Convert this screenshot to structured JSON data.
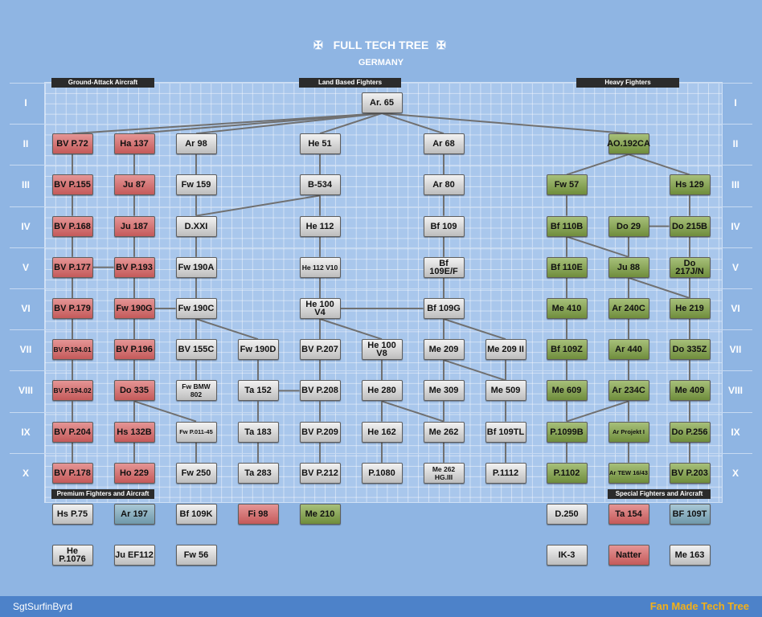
{
  "header": {
    "title": "FULL TECH TREE",
    "subtitle": "GERMANY",
    "cross_icon": "balkenkreuz-icon"
  },
  "categories": {
    "ground_attack": "Ground-Attack Aircraft",
    "land_fighters": "Land Based Fighters",
    "heavy_fighters": "Heavy Fighters",
    "premium": "Premium Fighters and Aircraft",
    "special": "Special Fighters and Aircraft"
  },
  "tiers": [
    "I",
    "II",
    "III",
    "IV",
    "V",
    "VI",
    "VII",
    "VIII",
    "IX",
    "X"
  ],
  "colors": {
    "standard": "#d0d0d0",
    "ground_attack": "#d67a7a",
    "heavy": "#8aa65a",
    "premium_teal": "#8fb3c4",
    "lines": "#707070",
    "footer": "#4d82c9",
    "fanmade": "#f3b019"
  },
  "tree": [
    {
      "id": "ar65",
      "label": "Ar. 65",
      "tier": "I",
      "col": 5,
      "type": "grey"
    },
    {
      "id": "bvp72",
      "label": "BV P.72",
      "tier": "II",
      "col": 0,
      "type": "red"
    },
    {
      "id": "ha137",
      "label": "Ha 137",
      "tier": "II",
      "col": 1,
      "type": "red"
    },
    {
      "id": "ar98",
      "label": "Ar 98",
      "tier": "II",
      "col": 2,
      "type": "grey"
    },
    {
      "id": "he51",
      "label": "He 51",
      "tier": "II",
      "col": 4,
      "type": "grey"
    },
    {
      "id": "ar68",
      "label": "Ar 68",
      "tier": "II",
      "col": 6,
      "type": "grey"
    },
    {
      "id": "ao192",
      "label": "AO.192CA",
      "tier": "II",
      "col": 9,
      "type": "green"
    },
    {
      "id": "bvp155",
      "label": "BV P.155",
      "tier": "III",
      "col": 0,
      "type": "red"
    },
    {
      "id": "ju87",
      "label": "Ju 87",
      "tier": "III",
      "col": 1,
      "type": "red"
    },
    {
      "id": "fw159",
      "label": "Fw 159",
      "tier": "III",
      "col": 2,
      "type": "grey"
    },
    {
      "id": "b534",
      "label": "B-534",
      "tier": "III",
      "col": 4,
      "type": "grey"
    },
    {
      "id": "ar80",
      "label": "Ar 80",
      "tier": "III",
      "col": 6,
      "type": "grey"
    },
    {
      "id": "fw57",
      "label": "Fw 57",
      "tier": "III",
      "col": 8,
      "type": "green"
    },
    {
      "id": "hs129",
      "label": "Hs 129",
      "tier": "III",
      "col": 10,
      "type": "green"
    },
    {
      "id": "bvp168",
      "label": "BV P.168",
      "tier": "IV",
      "col": 0,
      "type": "red"
    },
    {
      "id": "ju187",
      "label": "Ju 187",
      "tier": "IV",
      "col": 1,
      "type": "red"
    },
    {
      "id": "dxxi",
      "label": "D.XXI",
      "tier": "IV",
      "col": 2,
      "type": "grey"
    },
    {
      "id": "he112",
      "label": "He 112",
      "tier": "IV",
      "col": 4,
      "type": "grey"
    },
    {
      "id": "bf109",
      "label": "Bf 109",
      "tier": "IV",
      "col": 6,
      "type": "grey"
    },
    {
      "id": "bf110b",
      "label": "Bf 110B",
      "tier": "IV",
      "col": 8,
      "type": "green"
    },
    {
      "id": "do29",
      "label": "Do 29",
      "tier": "IV",
      "col": 9,
      "type": "green"
    },
    {
      "id": "do215b",
      "label": "Do 215B",
      "tier": "IV",
      "col": 10,
      "type": "green"
    },
    {
      "id": "bvp177",
      "label": "BV P.177",
      "tier": "V",
      "col": 0,
      "type": "red"
    },
    {
      "id": "bvp193",
      "label": "BV P.193",
      "tier": "V",
      "col": 1,
      "type": "red"
    },
    {
      "id": "fw190a",
      "label": "Fw 190A",
      "tier": "V",
      "col": 2,
      "type": "grey"
    },
    {
      "id": "he112v10",
      "label": "He 112 V10",
      "tier": "V",
      "col": 4,
      "type": "grey",
      "size": "sm"
    },
    {
      "id": "bf109ef",
      "label": "Bf 109E/F",
      "tier": "V",
      "col": 6,
      "type": "grey"
    },
    {
      "id": "bf110e",
      "label": "Bf 110E",
      "tier": "V",
      "col": 8,
      "type": "green"
    },
    {
      "id": "ju88",
      "label": "Ju 88",
      "tier": "V",
      "col": 9,
      "type": "green"
    },
    {
      "id": "do217",
      "label": "Do 217J/N",
      "tier": "V",
      "col": 10,
      "type": "green"
    },
    {
      "id": "bvp179",
      "label": "BV P.179",
      "tier": "VI",
      "col": 0,
      "type": "red"
    },
    {
      "id": "fw190g",
      "label": "Fw 190G",
      "tier": "VI",
      "col": 1,
      "type": "red"
    },
    {
      "id": "fw190c",
      "label": "Fw 190C",
      "tier": "VI",
      "col": 2,
      "type": "grey"
    },
    {
      "id": "he100v4",
      "label": "He 100 V4",
      "tier": "VI",
      "col": 4,
      "type": "grey"
    },
    {
      "id": "bf109g",
      "label": "Bf 109G",
      "tier": "VI",
      "col": 6,
      "type": "grey"
    },
    {
      "id": "me410",
      "label": "Me 410",
      "tier": "VI",
      "col": 8,
      "type": "green"
    },
    {
      "id": "ar240c",
      "label": "Ar 240C",
      "tier": "VI",
      "col": 9,
      "type": "green"
    },
    {
      "id": "he219",
      "label": "He 219",
      "tier": "VI",
      "col": 10,
      "type": "green"
    },
    {
      "id": "bvp19401",
      "label": "BV P.194.01",
      "tier": "VII",
      "col": 0,
      "type": "red",
      "size": "sm"
    },
    {
      "id": "bvp196",
      "label": "BV P.196",
      "tier": "VII",
      "col": 1,
      "type": "red"
    },
    {
      "id": "bv155c",
      "label": "BV 155C",
      "tier": "VII",
      "col": 2,
      "type": "grey"
    },
    {
      "id": "fw190d",
      "label": "Fw 190D",
      "tier": "VII",
      "col": 3,
      "type": "grey"
    },
    {
      "id": "bvp207",
      "label": "BV P.207",
      "tier": "VII",
      "col": 4,
      "type": "grey"
    },
    {
      "id": "he100v8",
      "label": "He 100 V8",
      "tier": "VII",
      "col": 5,
      "type": "grey"
    },
    {
      "id": "me209",
      "label": "Me 209",
      "tier": "VII",
      "col": 6,
      "type": "grey"
    },
    {
      "id": "me209ii",
      "label": "Me 209 II",
      "tier": "VII",
      "col": 7,
      "type": "grey"
    },
    {
      "id": "bf109z",
      "label": "Bf 109Z",
      "tier": "VII",
      "col": 8,
      "type": "green"
    },
    {
      "id": "ar440",
      "label": "Ar 440",
      "tier": "VII",
      "col": 9,
      "type": "green"
    },
    {
      "id": "do335z",
      "label": "Do 335Z",
      "tier": "VII",
      "col": 10,
      "type": "green"
    },
    {
      "id": "bvp19402",
      "label": "BV P.194.02",
      "tier": "VIII",
      "col": 0,
      "type": "red",
      "size": "sm"
    },
    {
      "id": "do335",
      "label": "Do 335",
      "tier": "VIII",
      "col": 1,
      "type": "red"
    },
    {
      "id": "fwbmw802",
      "label": "Fw BMW 802",
      "tier": "VIII",
      "col": 2,
      "type": "grey",
      "size": "sm"
    },
    {
      "id": "ta152",
      "label": "Ta 152",
      "tier": "VIII",
      "col": 3,
      "type": "grey"
    },
    {
      "id": "bvp208",
      "label": "BV P.208",
      "tier": "VIII",
      "col": 4,
      "type": "grey"
    },
    {
      "id": "he280",
      "label": "He 280",
      "tier": "VIII",
      "col": 5,
      "type": "grey"
    },
    {
      "id": "me309",
      "label": "Me 309",
      "tier": "VIII",
      "col": 6,
      "type": "grey"
    },
    {
      "id": "me509",
      "label": "Me 509",
      "tier": "VIII",
      "col": 7,
      "type": "grey"
    },
    {
      "id": "me609",
      "label": "Me 609",
      "tier": "VIII",
      "col": 8,
      "type": "green"
    },
    {
      "id": "ar234c",
      "label": "Ar 234C",
      "tier": "VIII",
      "col": 9,
      "type": "green"
    },
    {
      "id": "me409",
      "label": "Me 409",
      "tier": "VIII",
      "col": 10,
      "type": "green"
    },
    {
      "id": "bvp204",
      "label": "BV P.204",
      "tier": "IX",
      "col": 0,
      "type": "red"
    },
    {
      "id": "hs132b",
      "label": "Hs 132B",
      "tier": "IX",
      "col": 1,
      "type": "red"
    },
    {
      "id": "fwp01145",
      "label": "Fw P.011-45",
      "tier": "IX",
      "col": 2,
      "type": "grey",
      "size": "xs"
    },
    {
      "id": "ta183",
      "label": "Ta 183",
      "tier": "IX",
      "col": 3,
      "type": "grey"
    },
    {
      "id": "bvp209",
      "label": "BV P.209",
      "tier": "IX",
      "col": 4,
      "type": "grey"
    },
    {
      "id": "he162",
      "label": "He 162",
      "tier": "IX",
      "col": 5,
      "type": "grey"
    },
    {
      "id": "me262",
      "label": "Me 262",
      "tier": "IX",
      "col": 6,
      "type": "grey"
    },
    {
      "id": "bf109tl",
      "label": "Bf 109TL",
      "tier": "IX",
      "col": 7,
      "type": "grey"
    },
    {
      "id": "p1099b",
      "label": "P.1099B",
      "tier": "IX",
      "col": 8,
      "type": "green"
    },
    {
      "id": "arprojekt",
      "label": "Ar Projekt I",
      "tier": "IX",
      "col": 9,
      "type": "green",
      "size": "xs"
    },
    {
      "id": "dop256",
      "label": "Do P.256",
      "tier": "IX",
      "col": 10,
      "type": "green"
    },
    {
      "id": "bvp178",
      "label": "BV P.178",
      "tier": "X",
      "col": 0,
      "type": "red"
    },
    {
      "id": "ho229",
      "label": "Ho 229",
      "tier": "X",
      "col": 1,
      "type": "red"
    },
    {
      "id": "fw250",
      "label": "Fw 250",
      "tier": "X",
      "col": 2,
      "type": "grey"
    },
    {
      "id": "ta283",
      "label": "Ta 283",
      "tier": "X",
      "col": 3,
      "type": "grey"
    },
    {
      "id": "bvp212",
      "label": "BV P.212",
      "tier": "X",
      "col": 4,
      "type": "grey"
    },
    {
      "id": "p1080",
      "label": "P.1080",
      "tier": "X",
      "col": 5,
      "type": "grey"
    },
    {
      "id": "me262hg",
      "label": "Me 262 HG.III",
      "tier": "X",
      "col": 6,
      "type": "grey",
      "size": "sm"
    },
    {
      "id": "p1112",
      "label": "P.1112",
      "tier": "X",
      "col": 7,
      "type": "grey"
    },
    {
      "id": "p1102",
      "label": "P.1102",
      "tier": "X",
      "col": 8,
      "type": "green"
    },
    {
      "id": "artew",
      "label": "Ar TEW 16/43",
      "tier": "X",
      "col": 9,
      "type": "green",
      "size": "xs"
    },
    {
      "id": "bvp203",
      "label": "BV P.203",
      "tier": "X",
      "col": 10,
      "type": "green"
    }
  ],
  "premium_row1": [
    {
      "label": "Hs P.75",
      "col": 0,
      "type": "grey"
    },
    {
      "label": "Ar 197",
      "col": 1,
      "type": "teal"
    },
    {
      "label": "Bf 109K",
      "col": 2,
      "type": "grey"
    },
    {
      "label": "Fi 98",
      "col": 3,
      "type": "red"
    },
    {
      "label": "Me 210",
      "col": 4,
      "type": "green"
    },
    {
      "label": "D.250",
      "col": 8,
      "type": "grey"
    },
    {
      "label": "Ta 154",
      "col": 9,
      "type": "red"
    },
    {
      "label": "BF 109T",
      "col": 10,
      "type": "teal"
    }
  ],
  "premium_row2": [
    {
      "label": "He P.1076",
      "col": 0,
      "type": "grey"
    },
    {
      "label": "Ju EF112",
      "col": 1,
      "type": "grey"
    },
    {
      "label": "Fw 56",
      "col": 2,
      "type": "grey"
    },
    {
      "label": "IK-3",
      "col": 8,
      "type": "grey"
    },
    {
      "label": "Natter",
      "col": 9,
      "type": "red"
    },
    {
      "label": "Me 163",
      "col": 10,
      "type": "grey"
    }
  ],
  "edges": [
    [
      "ar65",
      "bvp72"
    ],
    [
      "ar65",
      "ha137"
    ],
    [
      "ar65",
      "ar98"
    ],
    [
      "ar65",
      "he51"
    ],
    [
      "ar65",
      "ar68"
    ],
    [
      "ar65",
      "ao192"
    ],
    [
      "bvp72",
      "bvp155"
    ],
    [
      "ha137",
      "ju87"
    ],
    [
      "ar98",
      "fw159"
    ],
    [
      "he51",
      "b534"
    ],
    [
      "ar68",
      "ar80"
    ],
    [
      "ao192",
      "fw57"
    ],
    [
      "ao192",
      "hs129"
    ],
    [
      "bvp155",
      "bvp168"
    ],
    [
      "ju87",
      "ju187"
    ],
    [
      "fw159",
      "dxxi"
    ],
    [
      "b534",
      "dxxi"
    ],
    [
      "b534",
      "he112"
    ],
    [
      "ar80",
      "bf109"
    ],
    [
      "fw57",
      "bf110b"
    ],
    [
      "hs129",
      "do215b"
    ],
    [
      "bvp168",
      "bvp177"
    ],
    [
      "ju187",
      "bvp193"
    ],
    [
      "dxxi",
      "fw190a"
    ],
    [
      "he112",
      "he112v10"
    ],
    [
      "bf109",
      "bf109ef"
    ],
    [
      "bf110b",
      "bf110e"
    ],
    [
      "bf110b",
      "ju88"
    ],
    [
      "do29",
      "do215b"
    ],
    [
      "do215b",
      "do217"
    ],
    [
      "bvp177",
      "bvp179"
    ],
    [
      "bvp193",
      "fw190g"
    ],
    [
      "fw190a",
      "fw190c"
    ],
    [
      "he112v10",
      "he100v4"
    ],
    [
      "bf109ef",
      "bf109g"
    ],
    [
      "bf110e",
      "me410"
    ],
    [
      "ju88",
      "ar240c"
    ],
    [
      "ju88",
      "he219"
    ],
    [
      "do217",
      "he219"
    ],
    [
      "bvp179",
      "bvp19401"
    ],
    [
      "fw190g",
      "bvp196"
    ],
    [
      "fw190c",
      "bv155c"
    ],
    [
      "fw190c",
      "fw190d"
    ],
    [
      "he100v4",
      "bvp207"
    ],
    [
      "he100v4",
      "he100v8"
    ],
    [
      "bf109g",
      "me209"
    ],
    [
      "bf109g",
      "me209ii"
    ],
    [
      "me410",
      "bf109z"
    ],
    [
      "ar240c",
      "ar440"
    ],
    [
      "he219",
      "do335z"
    ],
    [
      "bvp19401",
      "bvp19402"
    ],
    [
      "bvp196",
      "do335"
    ],
    [
      "bv155c",
      "fwbmw802"
    ],
    [
      "fw190d",
      "ta152"
    ],
    [
      "bvp207",
      "bvp208"
    ],
    [
      "he100v8",
      "he280"
    ],
    [
      "me209",
      "me309"
    ],
    [
      "me209",
      "me509"
    ],
    [
      "me209ii",
      "me509"
    ],
    [
      "bf109z",
      "me609"
    ],
    [
      "ar440",
      "ar234c"
    ],
    [
      "do335z",
      "me409"
    ],
    [
      "bvp19402",
      "bvp204"
    ],
    [
      "do335",
      "hs132b"
    ],
    [
      "do335",
      "fwp01145"
    ],
    [
      "ta152",
      "ta183"
    ],
    [
      "bvp208",
      "bvp209"
    ],
    [
      "he280",
      "he162"
    ],
    [
      "he280",
      "me262"
    ],
    [
      "me309",
      "me262"
    ],
    [
      "me509",
      "bf109tl"
    ],
    [
      "me609",
      "p1099b"
    ],
    [
      "ar234c",
      "p1099b"
    ],
    [
      "ar234c",
      "arprojekt"
    ],
    [
      "me409",
      "dop256"
    ],
    [
      "bvp204",
      "bvp178"
    ],
    [
      "hs132b",
      "ho229"
    ],
    [
      "fwp01145",
      "fw250"
    ],
    [
      "ta183",
      "ta283"
    ],
    [
      "bvp209",
      "bvp212"
    ],
    [
      "he162",
      "p1080"
    ],
    [
      "me262",
      "me262hg"
    ],
    [
      "bf109tl",
      "p1112"
    ],
    [
      "p1099b",
      "p1102"
    ],
    [
      "arprojekt",
      "artew"
    ],
    [
      "dop256",
      "bvp203"
    ],
    [
      "bf109g",
      "he100v4"
    ],
    [
      "ta152",
      "bvp208"
    ],
    [
      "fw190g",
      "fw190c"
    ],
    [
      "bvp177",
      "bvp193"
    ],
    [
      "ju88",
      "do29"
    ]
  ],
  "footer": {
    "author": "SgtSurfinByrd",
    "fanmade": "Fan Made Tech Tree"
  }
}
